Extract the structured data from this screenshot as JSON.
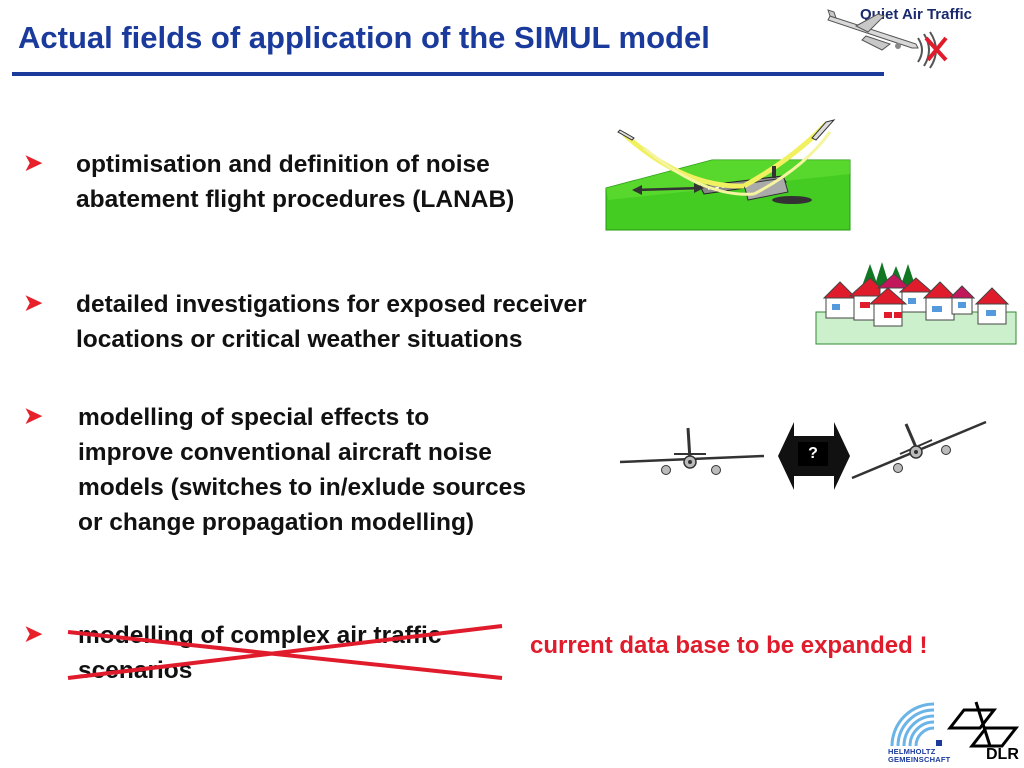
{
  "header": {
    "title": "Actual fields of application of the SIMUL model",
    "badge": "Quiet Air Traffic"
  },
  "bullets": [
    {
      "lines": [
        "optimisation and definition of noise",
        "abatement flight procedures (LANAB)"
      ]
    },
    {
      "lines": [
        "detailed investigations for exposed receiver",
        "locations or critical weather situations"
      ]
    },
    {
      "lines": [
        "modelling of special effects to",
        "improve conventional aircraft noise",
        "models (switches to in/exlude sources",
        "or change propagation modelling)"
      ]
    },
    {
      "lines": [
        "modelling of complex air traffic",
        "scenarios"
      ]
    }
  ],
  "note": "current data base to be expanded !",
  "comparison_label": "?",
  "logos": {
    "helmholtz": [
      "HELMHOLTZ",
      "GEMEINSCHAFT"
    ],
    "dlr": "DLR"
  },
  "icons": [
    "right-arrow-icon",
    "airplane-icon",
    "noise-cross-icon",
    "runway-scene-icon",
    "houses-icon",
    "aircraft-front-icon",
    "double-arrow-icon",
    "helmholtz-logo",
    "dlr-logo"
  ],
  "colors": {
    "title": "#1a3a9c",
    "bullet": "#e8202a",
    "note": "#e01c2c",
    "strike": "#e01c2c"
  }
}
